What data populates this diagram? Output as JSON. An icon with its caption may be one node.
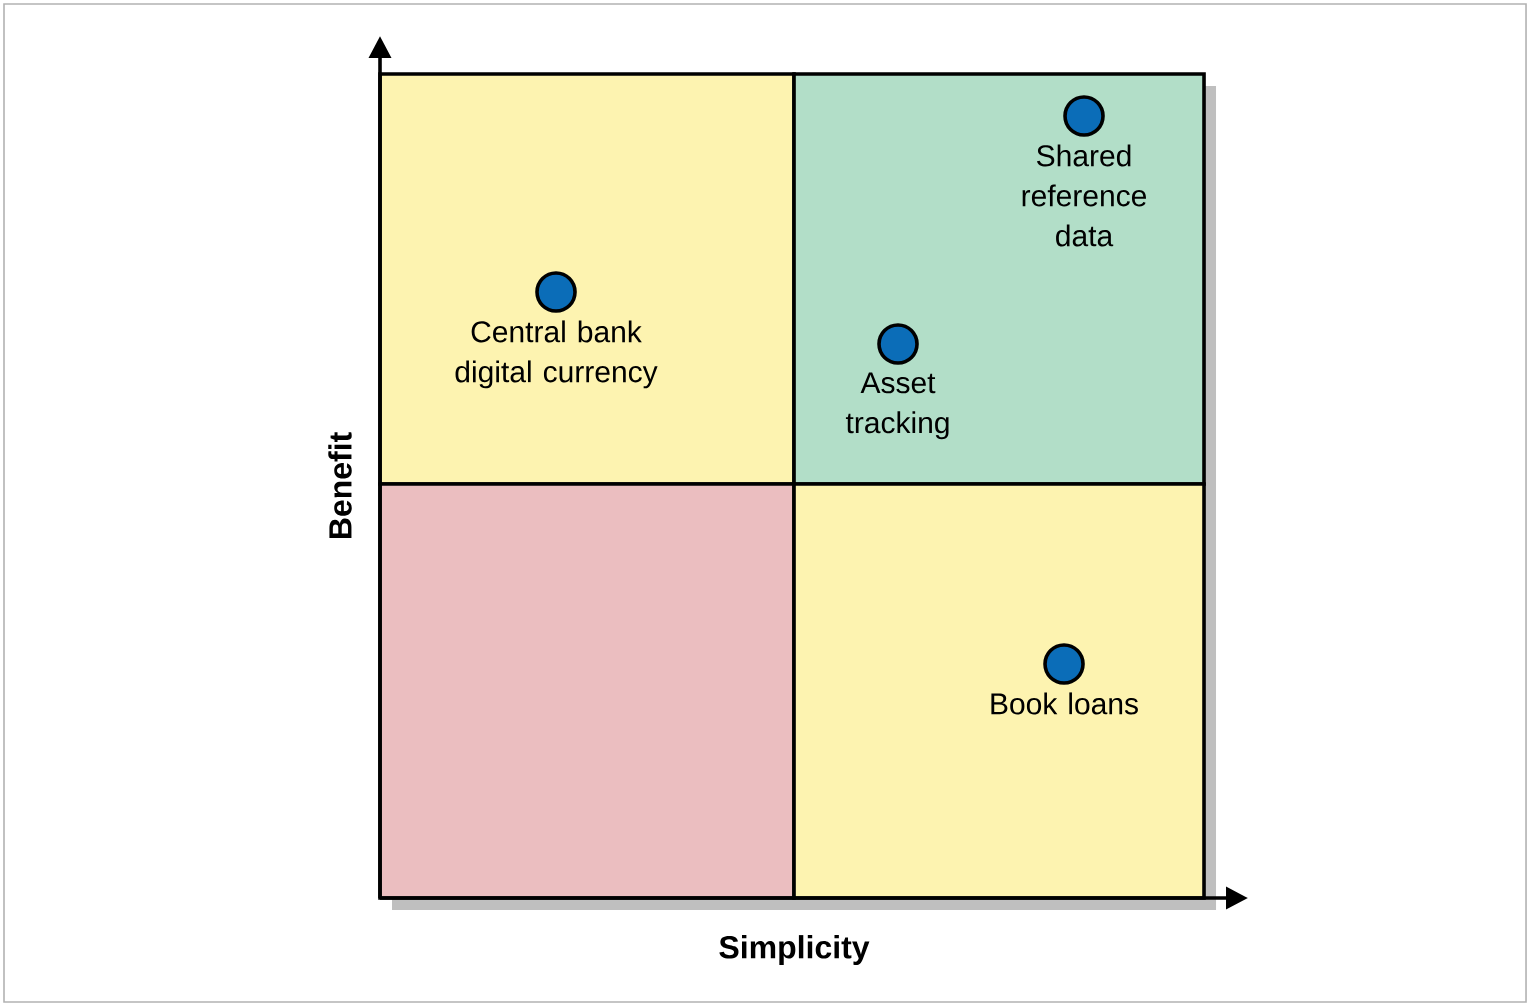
{
  "diagram": {
    "nodes": [
      {
        "text": [],
        "shape": "box"
      },
      {
        "text": [],
        "shape": "box"
      },
      {
        "text": [],
        "shape": "box"
      },
      {
        "text": [],
        "shape": "box"
      },
      {
        "text": [],
        "shape": "circle",
        "in": 1,
        "beside": [
          "Shared reference data"
        ]
      },
      {
        "text": [],
        "shape": "circle",
        "in": 0,
        "beside": [
          "Central bank digital currency"
        ]
      },
      {
        "text": [],
        "shape": "circle",
        "in": 1,
        "beside": [
          "Asset tracking"
        ]
      },
      {
        "text": [],
        "shape": "circle",
        "in": 3,
        "beside": [
          "Book loans"
        ]
      }
    ],
    "labels": [
      "Benefit",
      "Simplicity"
    ]
  }
}
